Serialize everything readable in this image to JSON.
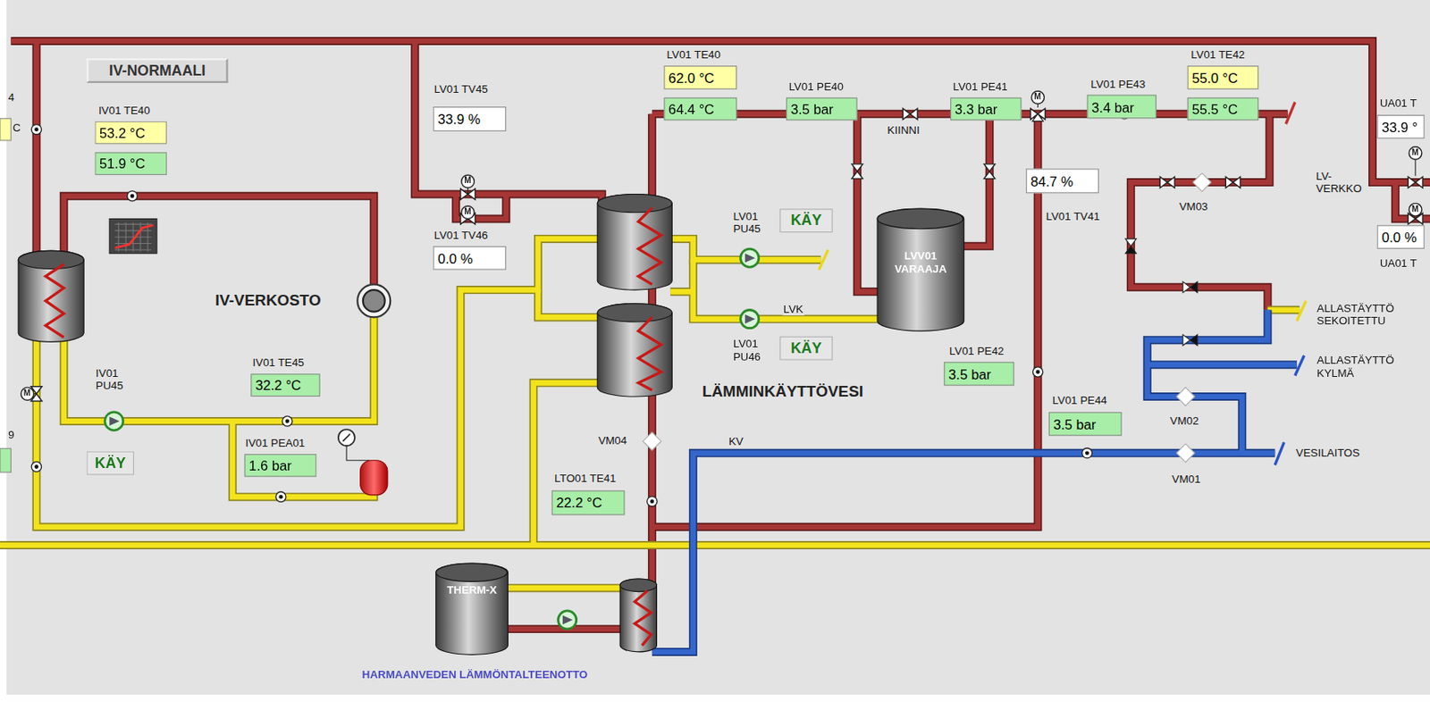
{
  "diagram": {
    "nodes": [
      {
        "text": [
          "IV-NORMAALI"
        ]
      },
      {
        "text": [
          "53.2 °C"
        ]
      },
      {
        "text": [
          "51.9 °C"
        ]
      },
      {
        "text": [
          "32.2 °C"
        ]
      },
      {
        "text": [
          "1.6 bar"
        ]
      },
      {
        "text": [
          "KÄY"
        ]
      },
      {
        "text": [
          "33.9 %"
        ]
      },
      {
        "text": [
          "0.0 %"
        ]
      },
      {
        "text": [
          "62.0 °C"
        ]
      },
      {
        "text": [
          "64.4 °C"
        ]
      },
      {
        "text": [
          "3.5 bar"
        ]
      },
      {
        "text": [
          "3.3 bar"
        ]
      },
      {
        "text": [
          "3.4 bar"
        ]
      },
      {
        "text": [
          "55.0 °C"
        ]
      },
      {
        "text": [
          "55.5 °C"
        ]
      },
      {
        "text": [
          "33.9 °"
        ]
      },
      {
        "text": [
          "0.0 %"
        ]
      },
      {
        "text": [
          "KÄY"
        ]
      },
      {
        "text": [
          "KÄY"
        ]
      },
      {
        "text": [
          "84.7 %"
        ]
      },
      {
        "text": [
          "LVV01 VARAAJA"
        ]
      },
      {
        "text": [
          "3.5 bar"
        ]
      },
      {
        "text": [
          "3.5 bar"
        ]
      },
      {
        "text": [
          "22.2 °C"
        ]
      },
      {
        "text": [
          "THERM-X"
        ]
      }
    ],
    "labels": [
      "4",
      "C",
      "9",
      "IV01 TE40",
      "IV01 TE45",
      "IV01 PU45",
      "IV01 PEA01",
      "IV-VERKOSTO",
      "LV01 TV45",
      "LV01 TV46",
      "LV01 TE40",
      "LV01 PE40",
      "LV01 PE41",
      "KIINNI",
      "LV01 PE43",
      "LV01 TE42",
      "UA01 T",
      "LV01 PU45",
      "LV01 PU46",
      "LVK",
      "LÄMMINKÄYTTÖVESI",
      "LV01 TV41",
      "LV-VERKKO",
      "VM03",
      "UA01 T",
      "ALLASTÄYTTÖ SEKOITETTU",
      "ALLASTÄYTTÖ KYLMÄ",
      "LV01 PE42",
      "LV01 PE44",
      "VM02",
      "VM04",
      "KV",
      "VESILAITOS",
      "VM01",
      "LTO01 TE41",
      "HARMAANVEDEN LÄMMÖNTALTEENOTTO",
      "M",
      "M",
      "M",
      "M",
      "M",
      "M"
    ]
  }
}
